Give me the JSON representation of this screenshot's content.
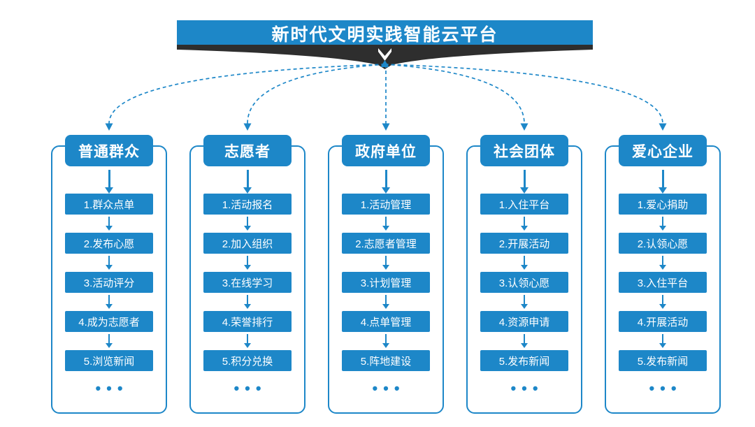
{
  "title": "新时代文明实践智能云平台",
  "more_indicator": "•••",
  "colors": {
    "primary": "#1D87C8",
    "ribbon": "#2E2E2E",
    "background": "#FFFFFF",
    "text_on_primary": "#FFFFFF"
  },
  "connector": {
    "style": "dashed",
    "color": "#1D87C8"
  },
  "columns": [
    {
      "header": "普通群众",
      "steps": [
        "1.群众点单",
        "2.发布心愿",
        "3.活动评分",
        "4.成为志愿者",
        "5.浏览新闻"
      ]
    },
    {
      "header": "志愿者",
      "steps": [
        "1.活动报名",
        "2.加入组织",
        "3.在线学习",
        "4.荣誉排行",
        "5.积分兑换"
      ]
    },
    {
      "header": "政府单位",
      "steps": [
        "1.活动管理",
        "2.志愿者管理",
        "3.计划管理",
        "4.点单管理",
        "5.阵地建设"
      ]
    },
    {
      "header": "社会团体",
      "steps": [
        "1.入住平台",
        "2.开展活动",
        "3.认领心愿",
        "4.资源申请",
        "5.发布新闻"
      ]
    },
    {
      "header": "爱心企业",
      "steps": [
        "1.爱心捐助",
        "2.认领心愿",
        "3.入住平台",
        "4.开展活动",
        "5.发布新闻"
      ]
    }
  ]
}
